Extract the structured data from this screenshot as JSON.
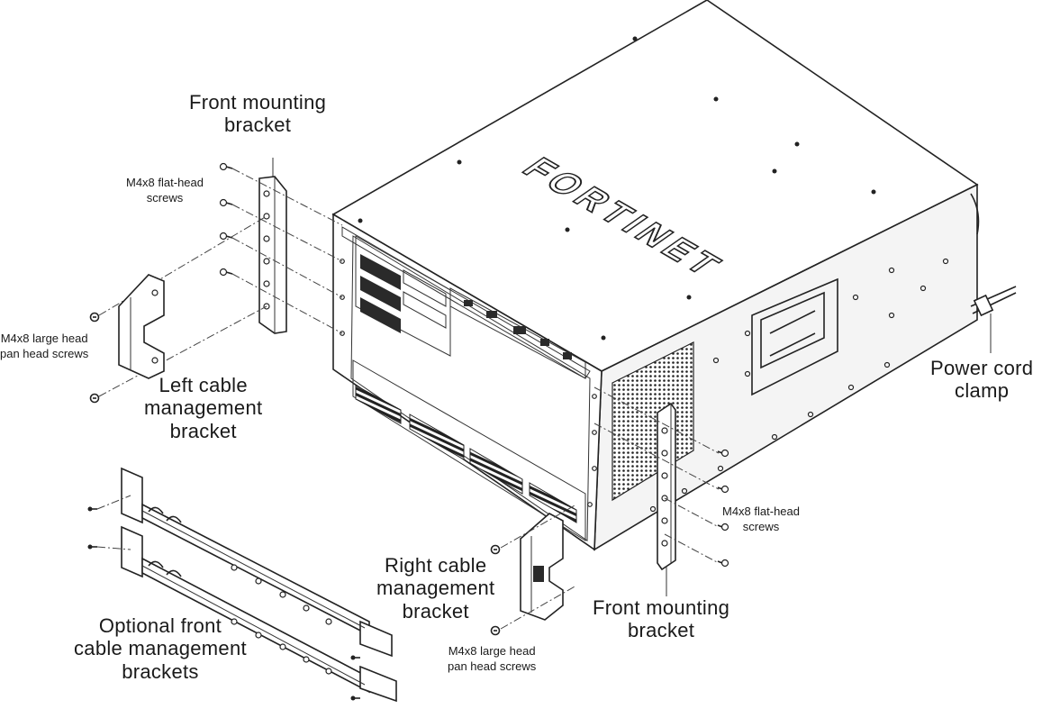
{
  "diagram": {
    "logo_text": "FORTINET",
    "panel_label": "",
    "labels": {
      "front_bracket_top": "Front mounting\nbracket",
      "flat_head_left": "M4x8 flat-head\nscrews",
      "pan_head_left": "M4x8 large head\npan head screws",
      "left_cable_bracket": "Left cable\nmanagement\nbracket",
      "optional_front": "Optional front\ncable management\nbrackets",
      "right_cable_bracket": "Right cable\nmanagement\nbracket",
      "pan_head_right": "M4x8 large head\npan head screws",
      "front_bracket_bottom": "Front mounting\nbracket",
      "flat_head_right": "M4x8 flat-head\nscrews",
      "power_cord_clamp": "Power cord\nclamp"
    }
  }
}
